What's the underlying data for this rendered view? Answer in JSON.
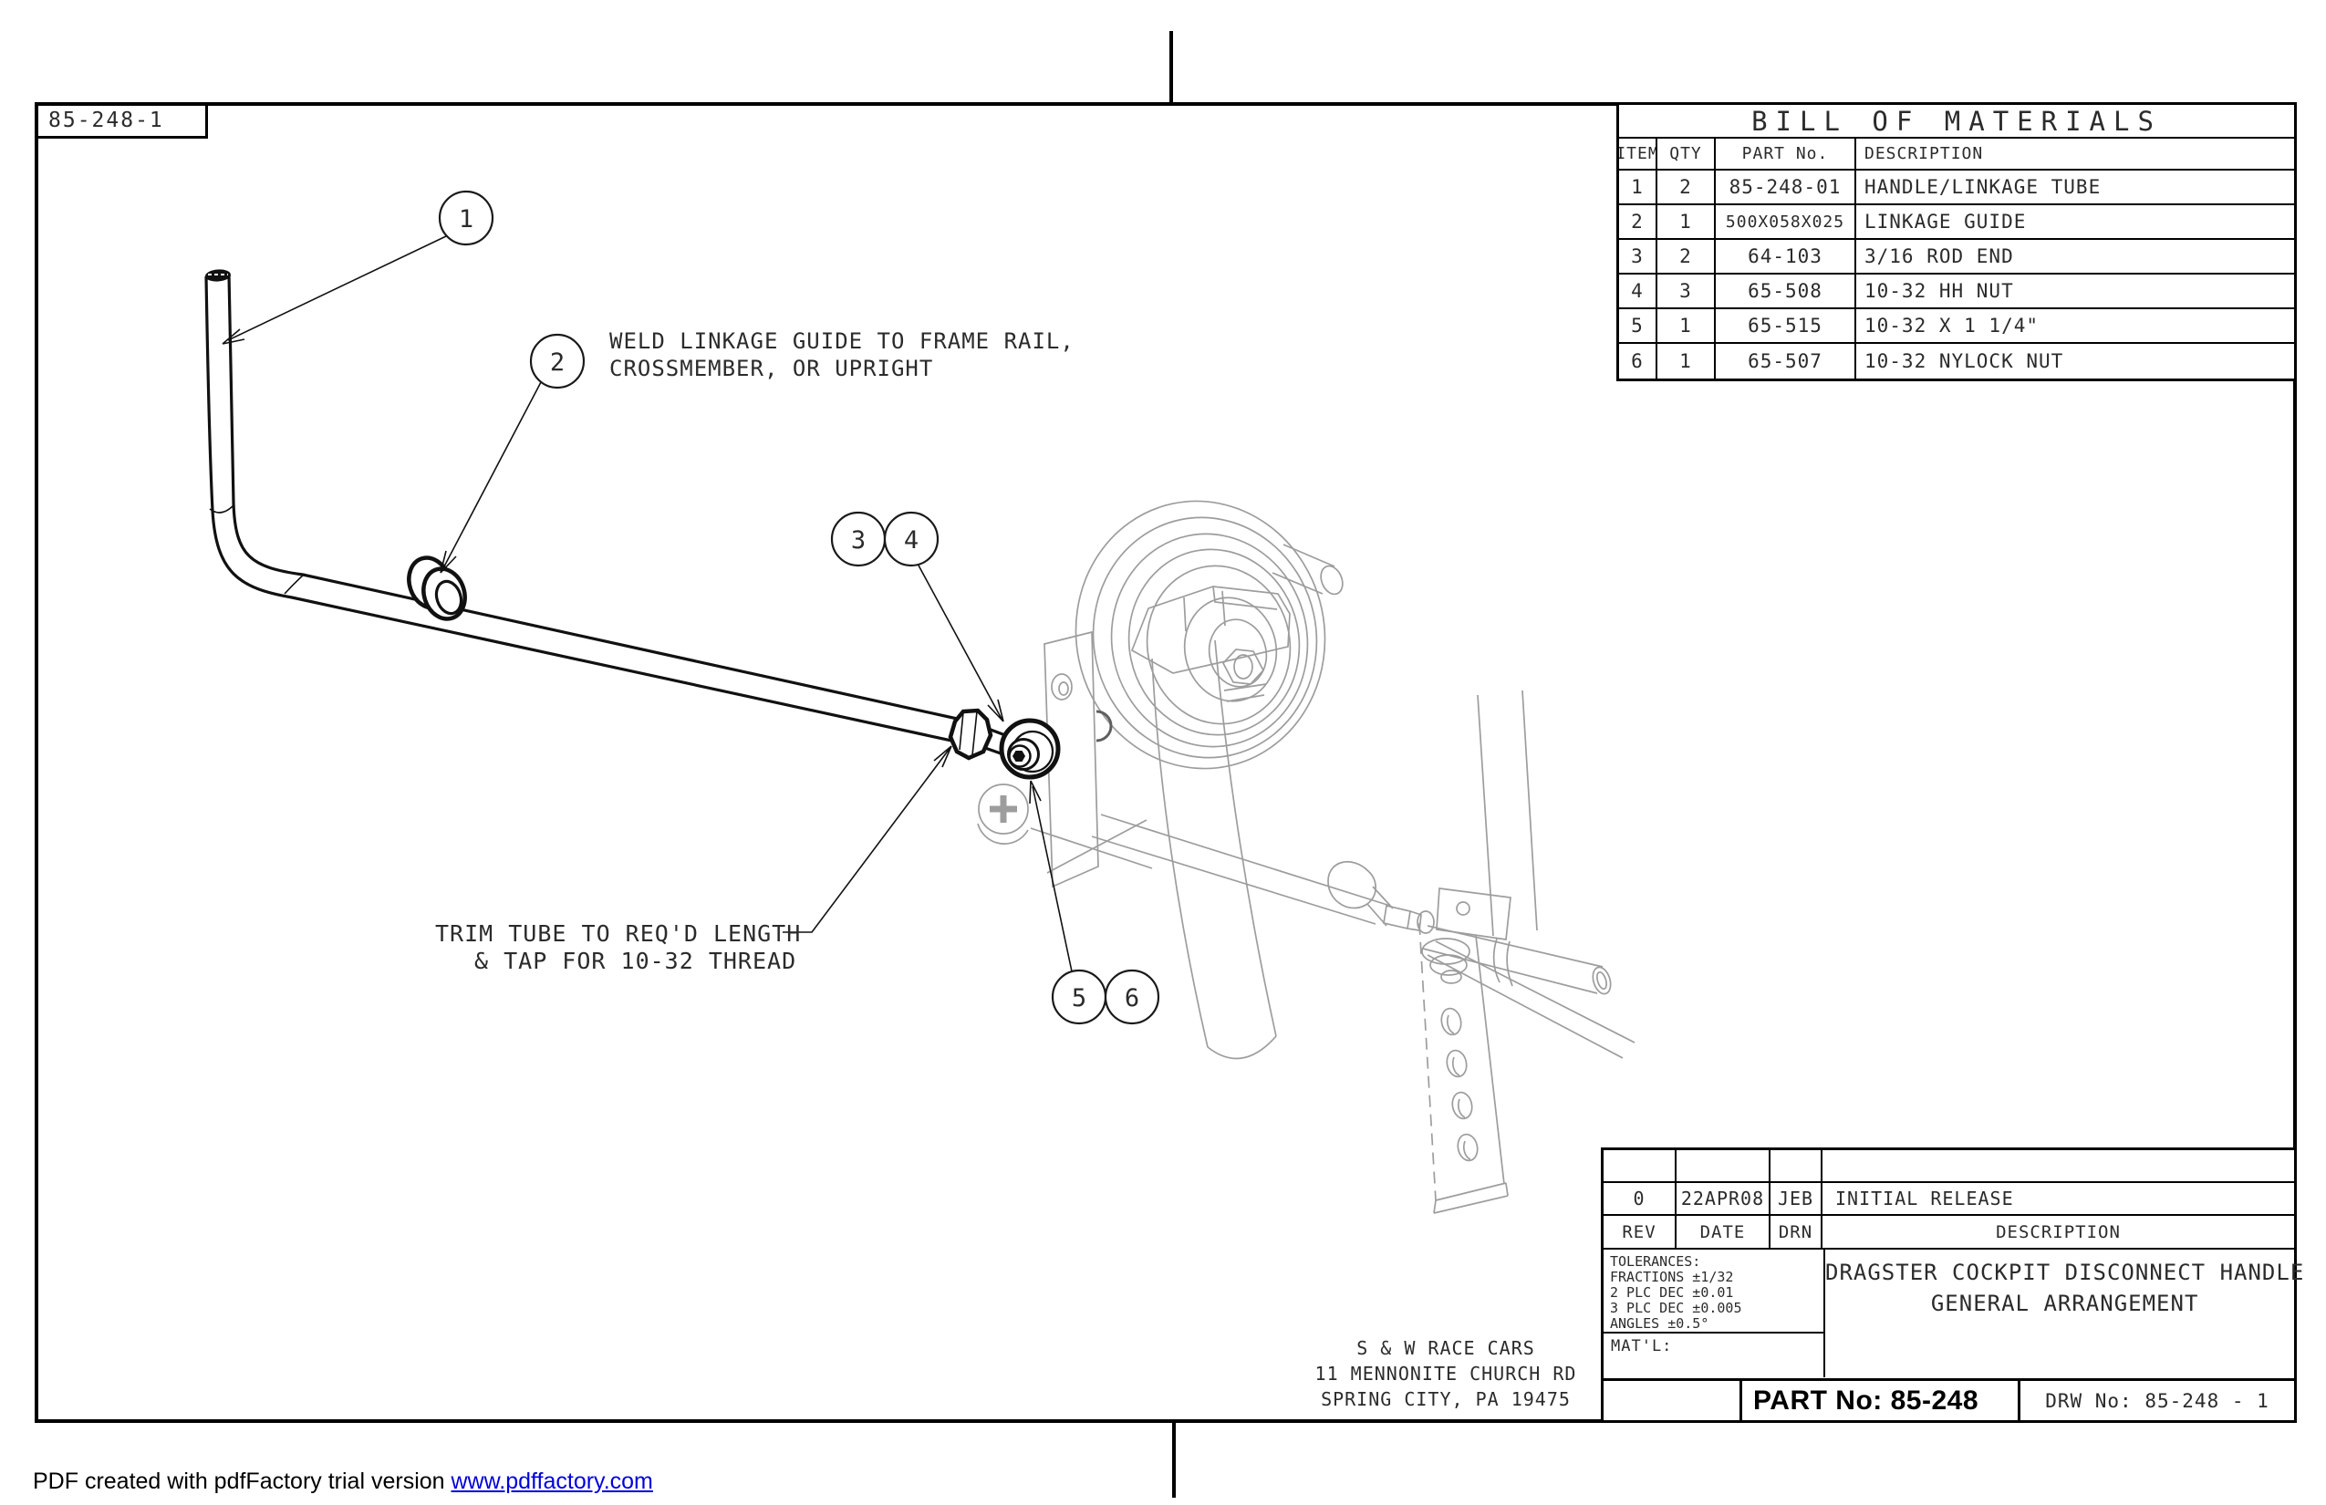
{
  "corner_label": "85-248-1",
  "bom": {
    "title": "BILL OF MATERIALS",
    "headers": [
      "ITEM",
      "QTY",
      "PART No.",
      "DESCRIPTION"
    ],
    "rows": [
      [
        "1",
        "2",
        "85-248-01",
        "HANDLE/LINKAGE TUBE"
      ],
      [
        "2",
        "1",
        "500X058X025",
        "LINKAGE GUIDE"
      ],
      [
        "3",
        "2",
        "64-103",
        "3/16 ROD END"
      ],
      [
        "4",
        "3",
        "65-508",
        "10-32 HH NUT"
      ],
      [
        "5",
        "1",
        "65-515",
        "10-32 X 1 1/4\""
      ],
      [
        "6",
        "1",
        "65-507",
        "10-32 NYLOCK NUT"
      ]
    ]
  },
  "balloons": [
    "1",
    "2",
    "3",
    "4",
    "5",
    "6"
  ],
  "annotations": {
    "weld_note_line1": "WELD LINKAGE GUIDE TO FRAME RAIL,",
    "weld_note_line2": "CROSSMEMBER, OR UPRIGHT",
    "trim_note_line1": "TRIM TUBE TO REQ'D LENGTH",
    "trim_note_line2": "& TAP FOR 10-32 THREAD"
  },
  "title_block": {
    "rev_entry": {
      "rev": "0",
      "date": "22APR08",
      "drn": "JEB",
      "description": "INITIAL RELEASE"
    },
    "rev_headers": {
      "rev": "REV",
      "date": "DATE",
      "drn": "DRN",
      "description": "DESCRIPTION"
    },
    "tolerances": [
      "TOLERANCES:",
      "FRACTIONS ±1/32",
      "2 PLC DEC ±0.01",
      "3 PLC DEC ±0.005",
      "ANGLES ±0.5°"
    ],
    "title_line1": "DRAGSTER COCKPIT DISCONNECT HANDLE",
    "title_line2": "GENERAL ARRANGEMENT",
    "matl_label": "MAT'L:",
    "part_no": "PART No: 85-248",
    "drw_no": "DRW No: 85-248 - 1"
  },
  "company": {
    "line1": "S & W RACE CARS",
    "line2": "11 MENNONITE CHURCH RD",
    "line3": "SPRING CITY, PA 19475"
  },
  "footer": {
    "text": "PDF created with pdfFactory trial version ",
    "link": "www.pdffactory.com"
  }
}
